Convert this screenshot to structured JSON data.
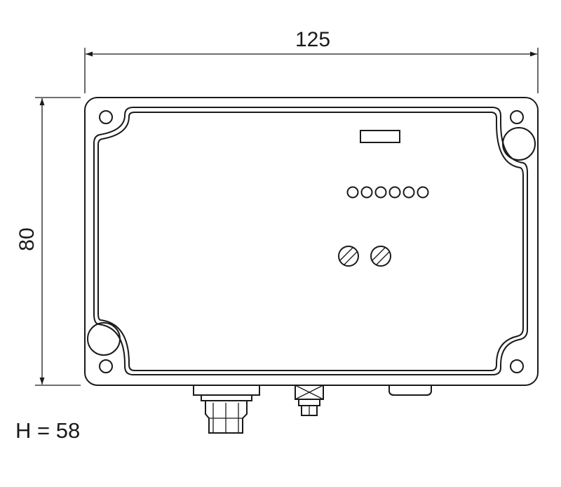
{
  "dimensions": {
    "width": "125",
    "height": "80",
    "depth": "H = 58"
  },
  "led_count": 6,
  "screw_count": 2
}
